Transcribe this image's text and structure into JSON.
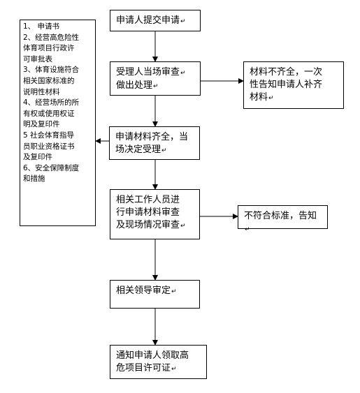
{
  "steps": {
    "submit": "申请人提交申请",
    "accept_check": [
      "受理人当场审查",
      "做出处理"
    ],
    "incomplete": [
      "材料不齐全，一次",
      "性告知申请人补齐",
      "材料"
    ],
    "complete": [
      "申请材料齐全，当",
      "场决定受理"
    ],
    "review": [
      "相关工作人员进",
      "行申请材料审查",
      "及现场情况审查"
    ],
    "not_standard": "不符合标准，告知",
    "leader": "相关领导审定",
    "notify": [
      "通知申请人领取高",
      "危项目许可证"
    ]
  },
  "materials": [
    "1、 申请书",
    "2、经营高危险性",
    "体育项目行政许",
    "可审批表",
    "3、体育设施符合",
    "相关国家标准的",
    "说明性材料",
    "4、经营场所的所",
    "有权或使用权证",
    "明及复印件",
    "5  社会体育指导",
    "员职业资格证书",
    "及复印件",
    "6、安全保障制度",
    "和措施"
  ],
  "mark": "↵"
}
